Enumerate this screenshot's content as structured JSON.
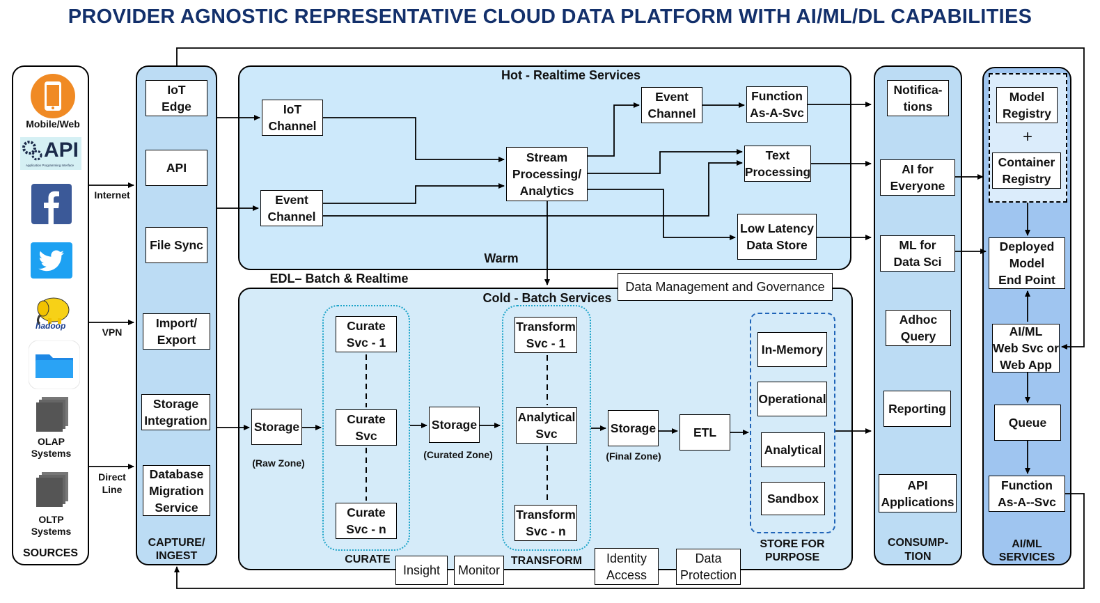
{
  "title": "PROVIDER AGNOSTIC REPRESENTATIVE CLOUD DATA PLATFORM WITH AI/ML/DL CAPABILITIES",
  "sources": {
    "mobile": "Mobile/Web",
    "api_logo": "API",
    "api_logo_sub": "Application Programming Interface",
    "hadoop": "hadoop",
    "olap": "OLAP\nSystems",
    "oltp": "OLTP\nSystems",
    "label": "SOURCES"
  },
  "connections": {
    "internet": "Internet",
    "vpn": "VPN",
    "direct": "Direct\nLine"
  },
  "capture": {
    "items": [
      "IoT\nEdge",
      "API",
      "File Sync",
      "Import/\nExport",
      "Storage\nIntegration",
      "Database\nMigration\nService"
    ],
    "label": "CAPTURE/\nINGEST"
  },
  "hot": {
    "title": "Hot - Realtime Services",
    "warm": "Warm",
    "iot_channel": "IoT\nChannel",
    "event_channel_in": "Event\nChannel",
    "stream": "Stream\nProcessing/\nAnalytics",
    "event_channel_out": "Event\nChannel",
    "function": "Function\nAs-A-Svc",
    "text": "Text\nProcessing",
    "low_latency": "Low Latency\nData Store"
  },
  "edl": "EDL– Batch & Realtime",
  "governance": "Data Management and Governance",
  "cold": {
    "title": "Cold - Batch Services",
    "storage_raw": "Storage",
    "raw_zone": "(Raw Zone)",
    "curate": [
      "Curate\nSvc - 1",
      "Curate\nSvc",
      "Curate\nSvc - n"
    ],
    "curate_label": "CURATE",
    "storage_curated": "Storage",
    "curated_zone": "(Curated Zone)",
    "transform": [
      "Transform\nSvc - 1",
      "Analytical\nSvc",
      "Transform\nSvc - n"
    ],
    "transform_label": "TRANSFORM",
    "storage_final": "Storage",
    "final_zone": "(Final Zone)",
    "etl": "ETL",
    "purpose": [
      "In-Memory",
      "Operational",
      "Analytical",
      "Sandbox"
    ],
    "purpose_label": "STORE FOR\nPURPOSE"
  },
  "bottom": {
    "insight": "Insight",
    "monitor": "Monitor",
    "identity": "Identity\nAccess",
    "protection": "Data\nProtection"
  },
  "consumption": {
    "items": [
      "Notifica-\ntions",
      "AI for\nEveryone",
      "ML for\nData Sci",
      "Adhoc\nQuery",
      "Reporting",
      "API\nApplications"
    ],
    "label": "CONSUMP-\nTION"
  },
  "aiml": {
    "model_registry": "Model\nRegistry",
    "plus": "+",
    "container_registry": "Container\nRegistry",
    "deployed": "Deployed\nModel\nEnd Point",
    "websvc": "AI/ML\nWeb Svc or\nWeb App",
    "queue": "Queue",
    "function": "Function\nAs-A--Svc",
    "label": "AI/ML\nSERVICES"
  },
  "colors": {
    "title": "#13306b",
    "lane": "#bcdcf4",
    "hot": "#cde9fb",
    "cold": "#d5ebf9",
    "dotted": "#1aa3c8",
    "dashed": "#1f64b8"
  }
}
